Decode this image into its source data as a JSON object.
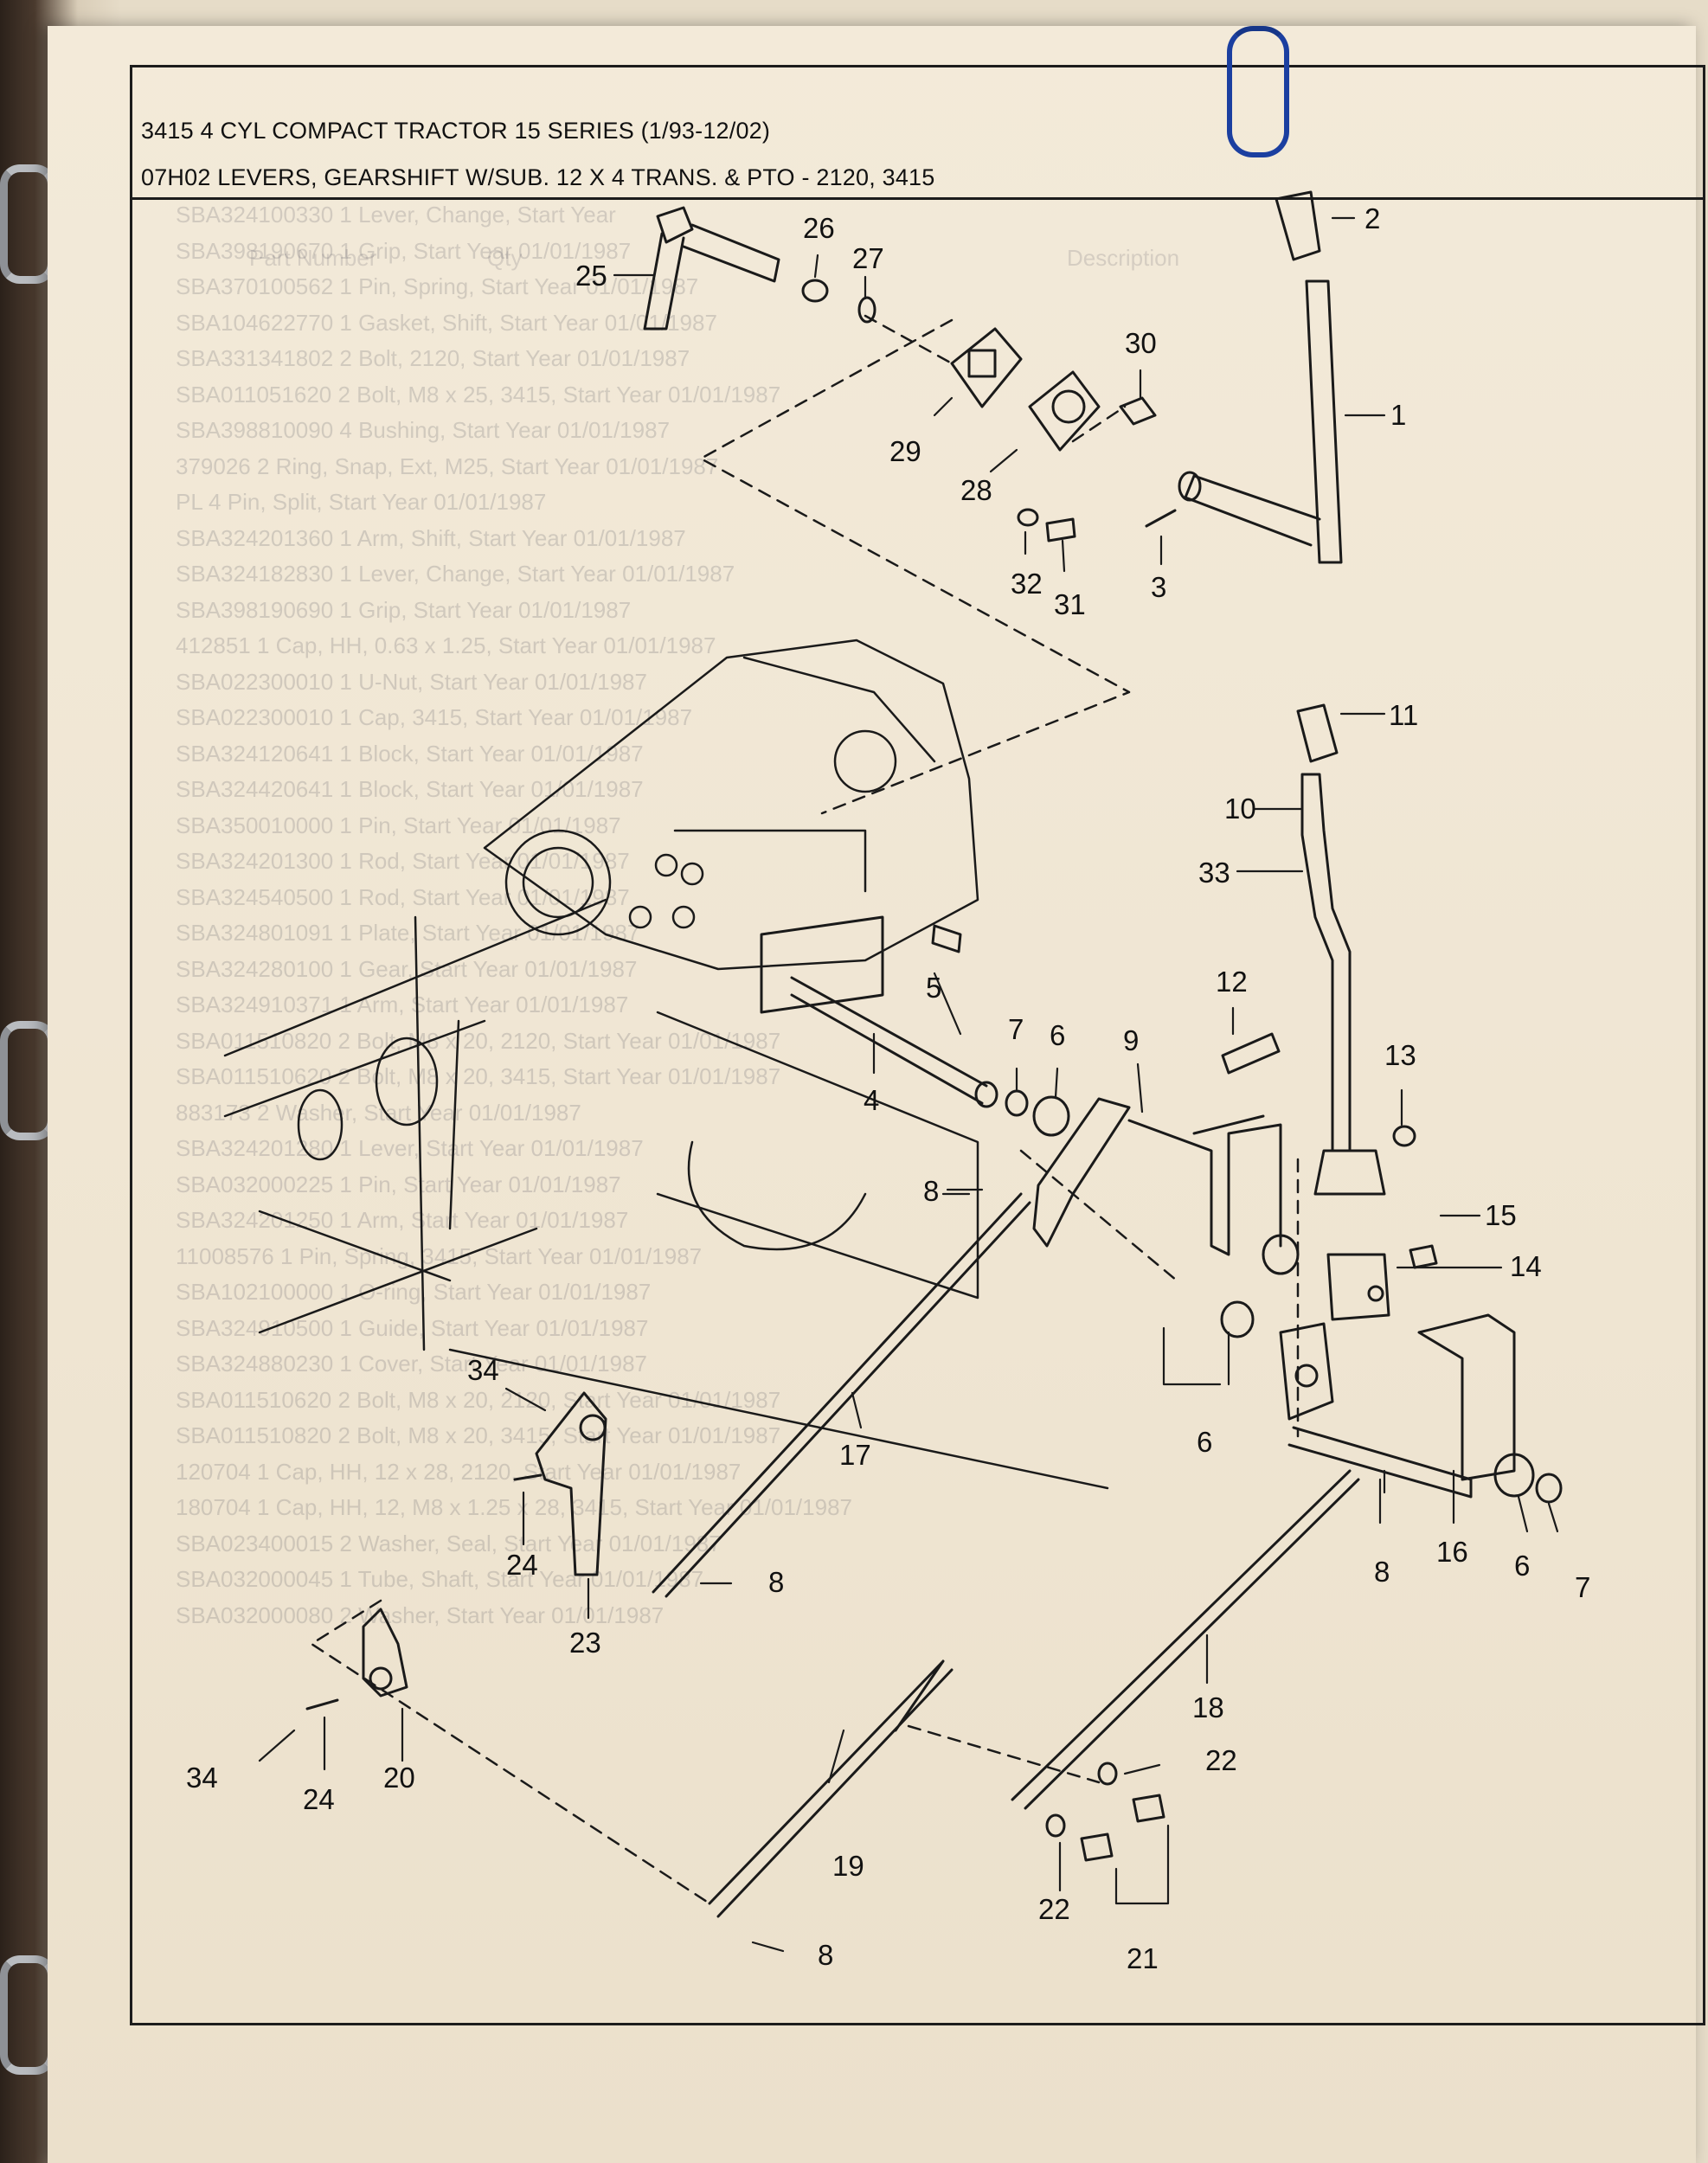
{
  "header": {
    "title_line1": "3415 4 CYL COMPACT TRACTOR 15 SERIES (1/93-12/02)",
    "title_line2": "07H02 LEVERS, GEARSHIFT W/SUB. 12 X 4 TRANS. & PTO - 2120, 3415"
  },
  "background_table": {
    "headers": [
      "Part Number",
      "Qty",
      "Description"
    ],
    "rows": [
      "SBA324100330  1  Lever, Change, Start Year",
      "SBA398190670  1  Grip, Start Year 01/01/1987",
      "SBA370100562  1  Pin, Spring, Start Year 01/01/1987",
      "SBA104622770  1  Gasket, Shift, Start Year 01/01/1987",
      "SBA331341802  2  Bolt, 2120, Start Year 01/01/1987",
      "SBA011051620  2  Bolt, M8 x 25, 3415, Start Year 01/01/1987",
      "SBA398810090  4  Bushing, Start Year 01/01/1987",
      "379026  2  Ring, Snap, Ext, M25, Start Year 01/01/1987",
      "PL  4  Pin, Split, Start Year 01/01/1987",
      "SBA324201360  1  Arm, Shift, Start Year 01/01/1987",
      "SBA324182830  1  Lever, Change, Start Year 01/01/1987",
      "SBA398190690  1  Grip, Start Year 01/01/1987",
      "412851  1  Cap, HH, 0.63 x 1.25, Start Year 01/01/1987",
      "SBA022300010  1  U-Nut, Start Year 01/01/1987",
      "SBA022300010  1  Cap, 3415, Start Year 01/01/1987",
      "SBA324120641  1  Block, Start Year 01/01/1987",
      "SBA324420641  1  Block, Start Year 01/01/1987",
      "SBA350010000  1  Pin, Start Year 01/01/1987",
      "SBA324201300  1  Rod, Start Year 01/01/1987",
      "SBA324540500  1  Rod, Start Year 01/01/1987",
      "SBA324801091  1  Plate, Start Year 01/01/1987",
      "SBA324280100  1  Gear, Start Year 01/01/1987",
      "SBA324910371  1  Arm, Start Year 01/01/1987",
      "SBA011510820  2  Bolt, M8 x 20, 2120, Start Year 01/01/1987",
      "SBA011510620  2  Bolt, M8 x 20, 3415, Start Year 01/01/1987",
      "883173  2  Washer, Start Year 01/01/1987",
      "SBA324201280  1  Lever, Start Year 01/01/1987",
      "SBA032000225  1  Pin, Start Year 01/01/1987",
      "SBA324201250  1  Arm, Start Year 01/01/1987",
      "11008576  1  Pin, Spring, 3415, Start Year 01/01/1987",
      "SBA102100000  1  O-ring, Start Year 01/01/1987",
      "SBA324910500  1  Guide, Start Year 01/01/1987",
      "SBA324880230  1  Cover, Start Year 01/01/1987",
      "SBA011510620  2  Bolt, M8 x 20, 2120, Start Year 01/01/1987",
      "SBA011510820  2  Bolt, M8 x 20, 3415, Start Year 01/01/1987",
      "120704  1  Cap, HH, 12 x 28, 2120, Start Year 01/01/1987",
      "180704  1  Cap, HH, 12, M8 x 1.25 x 28, 3415, Start Year 01/01/1987",
      "SBA023400015  2  Washer, Seal, Start Year 01/01/1987",
      "SBA032000045  1  Tube, Shaft, Start Year 01/01/1987",
      "SBA032000080  2  Washer, Start Year 01/01/1987"
    ]
  },
  "callouts": {
    "c1": "1",
    "c2": "2",
    "c3": "3",
    "c4": "4",
    "c5": "5",
    "c6a": "6",
    "c6b": "6",
    "c6c": "6",
    "c7a": "7",
    "c7b": "7",
    "c8a": "8",
    "c8b": "8",
    "c8c": "8",
    "c8d": "8",
    "c9": "9",
    "c10": "10",
    "c11": "11",
    "c12": "12",
    "c13": "13",
    "c14": "14",
    "c15": "15",
    "c16": "16",
    "c17": "17",
    "c18": "18",
    "c19": "19",
    "c20": "20",
    "c21": "21",
    "c22a": "22",
    "c22b": "22",
    "c23": "23",
    "c24a": "24",
    "c24b": "24",
    "c25": "25",
    "c26": "26",
    "c27": "27",
    "c28": "28",
    "c29": "29",
    "c30": "30",
    "c31": "31",
    "c32": "32",
    "c33": "33",
    "c34a": "34",
    "c34b": "34"
  },
  "colors": {
    "ink": "#1a1a1a",
    "paper": "#f1e8d6",
    "binder_ring": "#b9bcc0",
    "paper_clip": "#1b3fa0"
  }
}
